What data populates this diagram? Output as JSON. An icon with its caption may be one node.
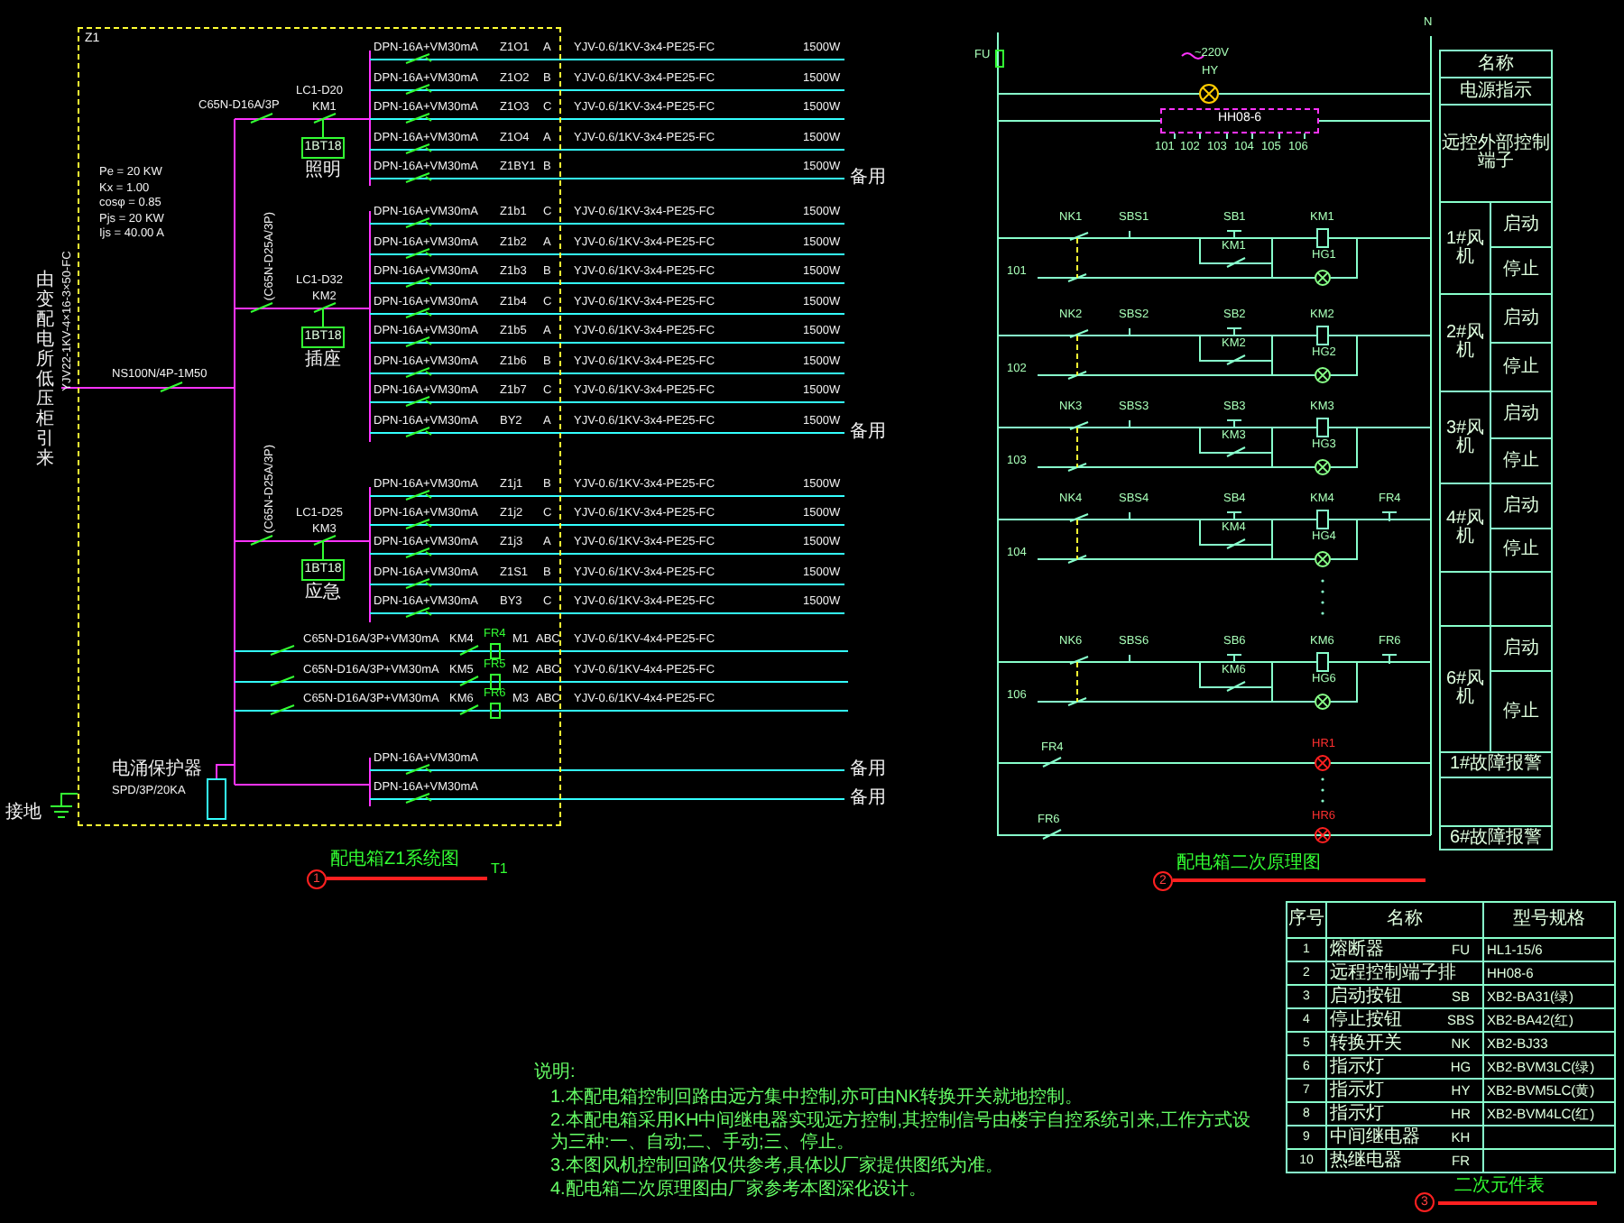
{
  "diagram": {
    "nodes": [
      {
        "text": [
          "Z1"
        ]
      },
      {
        "text": [
          "1BT18"
        ],
        "in": 0,
        "beside": [
          "照明"
        ]
      },
      {
        "text": [
          "1BT18"
        ],
        "in": 0,
        "beside": [
          "插座"
        ]
      },
      {
        "text": [
          "1BT18"
        ],
        "in": 0,
        "beside": [
          "应急"
        ]
      },
      {
        "text": [
          "HH08-6"
        ]
      }
    ],
    "labels": [
      "YJV22-1KV-4×16-3×50-FC",
      "由变配电所低压柜引来",
      "Pe = 20 KW",
      "Kx = 1.00",
      "cosφ = 0.85",
      "Pjs = 20 KW",
      "Ijs = 40.00 A",
      "NS100N/4P-1M50",
      "C65N-D16A/3P",
      "LC1-D20",
      "KM1",
      "(C65N-D25A/3P)",
      "LC1-D32",
      "KM2",
      "(C65N-D25A/3P)",
      "LC1-D25",
      "KM3",
      "DPN-16A+VM30mA",
      "Z1O1",
      "A",
      "YJV-0.6/1KV-3x4-PE25-FC",
      "1500W",
      "DPN-16A+VM30mA",
      "Z1O2",
      "B",
      "YJV-0.6/1KV-3x4-PE25-FC",
      "1500W",
      "DPN-16A+VM30mA",
      "Z1O3",
      "C",
      "YJV-0.6/1KV-3x4-PE25-FC",
      "1500W",
      "DPN-16A+VM30mA",
      "Z1O4",
      "A",
      "YJV-0.6/1KV-3x4-PE25-FC",
      "1500W",
      "DPN-16A+VM30mA",
      "Z1BY1",
      "B",
      "1500W",
      "备用",
      "DPN-16A+VM30mA",
      "Z1b1",
      "C",
      "YJV-0.6/1KV-3x4-PE25-FC",
      "1500W",
      "DPN-16A+VM30mA",
      "Z1b2",
      "A",
      "YJV-0.6/1KV-3x4-PE25-FC",
      "1500W",
      "DPN-16A+VM30mA",
      "Z1b3",
      "B",
      "YJV-0.6/1KV-3x4-PE25-FC",
      "1500W",
      "DPN-16A+VM30mA",
      "Z1b4",
      "C",
      "YJV-0.6/1KV-3x4-PE25-FC",
      "1500W",
      "DPN-16A+VM30mA",
      "Z1b5",
      "A",
      "YJV-0.6/1KV-3x4-PE25-FC",
      "1500W",
      "DPN-16A+VM30mA",
      "Z1b6",
      "B",
      "YJV-0.6/1KV-3x4-PE25-FC",
      "1500W",
      "DPN-16A+VM30mA",
      "Z1b7",
      "C",
      "YJV-0.6/1KV-3x4-PE25-FC",
      "1500W",
      "DPN-16A+VM30mA",
      "BY2",
      "A",
      "YJV-0.6/1KV-3x4-PE25-FC",
      "1500W",
      "备用",
      "DPN-16A+VM30mA",
      "Z1j1",
      "B",
      "YJV-0.6/1KV-3x4-PE25-FC",
      "1500W",
      "DPN-16A+VM30mA",
      "Z1j2",
      "C",
      "YJV-0.6/1KV-3x4-PE25-FC",
      "1500W",
      "DPN-16A+VM30mA",
      "Z1j3",
      "A",
      "YJV-0.6/1KV-3x4-PE25-FC",
      "1500W",
      "DPN-16A+VM30mA",
      "Z1S1",
      "B",
      "YJV-0.6/1KV-3x4-PE25-FC",
      "1500W",
      "DPN-16A+VM30mA",
      "BY3",
      "C",
      "YJV-0.6/1KV-3x4-PE25-FC",
      "1500W",
      "C65N-D16A/3P+VM30mA",
      "KM4",
      "FR4",
      "M1",
      "ABC",
      "YJV-0.6/1KV-4x4-PE25-FC",
      "C65N-D16A/3P+VM30mA",
      "KM5",
      "FR5",
      "M2",
      "ABC",
      "YJV-0.6/1KV-4x4-PE25-FC",
      "C65N-D16A/3P+VM30mA",
      "KM6",
      "FR6",
      "M3",
      "ABC",
      "YJV-0.6/1KV-4x4-PE25-FC",
      "DPN-16A+VM30mA",
      "备用",
      "DPN-16A+VM30mA",
      "备用",
      "电涌保护器",
      "SPD/3P/20KA",
      "接地",
      "1",
      "配电箱Z1系统图",
      "T1",
      "FU",
      "N",
      "~220V",
      "HY",
      "101",
      "102",
      "103",
      "104",
      "105",
      "106",
      "NK1",
      "SBS1",
      "SB1",
      "KM1",
      "KM1",
      "HG1",
      "101",
      "NK2",
      "SBS2",
      "SB2",
      "KM2",
      "KM2",
      "HG2",
      "102",
      "NK3",
      "SBS3",
      "SB3",
      "KM3",
      "KM3",
      "HG3",
      "103",
      "NK4",
      "SBS4",
      "SB4",
      "KM4",
      "KM4",
      "HG4",
      "104",
      "FR4",
      "NK6",
      "SBS6",
      "SB6",
      "KM6",
      "KM6",
      "HG6",
      "106",
      "FR6",
      "FR4",
      "HR1",
      "FR6",
      "HR6",
      "名称",
      "电源指示",
      "远控外部控制端子",
      "1#风机",
      "启动",
      "停止",
      "2#风机",
      "启动",
      "停止",
      "3#风机",
      "启动",
      "停止",
      "4#风机",
      "启动",
      "停止",
      "6#风机",
      "启动",
      "停止",
      "1#故障报警",
      "6#故障报警",
      "2",
      "配电箱二次原理图",
      "序号",
      "名称",
      "型号规格",
      "1",
      "熔断器",
      "FU",
      "HL1-15/6",
      "2",
      "远程控制端子排",
      "HH08-6",
      "3",
      "启动按钮",
      "SB",
      "XB2-BA31(绿)",
      "4",
      "停止按钮",
      "SBS",
      "XB2-BA42(红)",
      "5",
      "转换开关",
      "NK",
      "XB2-BJ33",
      "6",
      "指示灯",
      "HG",
      "XB2-BVM3LC(绿)",
      "7",
      "指示灯",
      "HY",
      "XB2-BVM5LC(黄)",
      "8",
      "指示灯",
      "HR",
      "XB2-BVM4LC(红)",
      "9",
      "中间继电器",
      "KH",
      "10",
      "热继电器",
      "FR",
      "3",
      "二次元件表",
      "说明:",
      "1.本配电箱控制回路由远方集中控制,亦可由NK转换开关就地控制。",
      "2.本配电箱采用KH中间继电器实现远方控制,其控制信号由楼宇自控系统引来,工作方式设为三种:一、自动;二、手动;三、停止。",
      "3.本图风机控制回路仅供参考,具体以厂家提供图纸为准。",
      "4.配电箱二次原理图由厂家参考本图深化设计。"
    ]
  }
}
